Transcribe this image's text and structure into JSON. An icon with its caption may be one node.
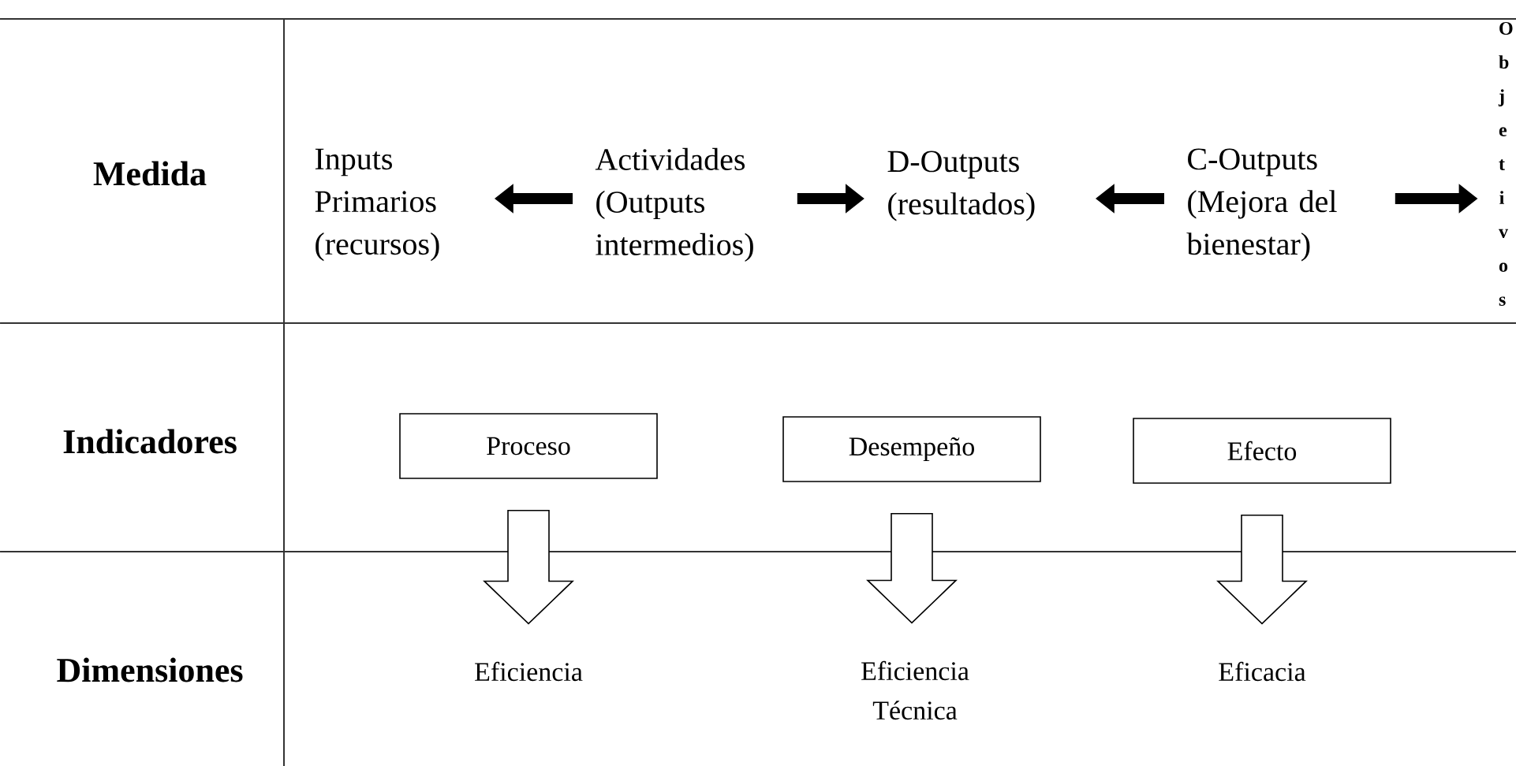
{
  "diagram": {
    "nodes": [
      {
        "text": [
          "Inputs Primarios (recursos)"
        ]
      },
      {
        "text": [
          "Actividades (Outputs intermedios)"
        ]
      },
      {
        "text": [
          "D-Outputs (resultados)"
        ]
      },
      {
        "text": [
          "C-Outputs (Mejora del bienestar)"
        ]
      },
      {
        "text": [
          "Objetivos"
        ]
      },
      {
        "text": [
          "Proceso"
        ]
      },
      {
        "text": [
          "Desempeño"
        ]
      },
      {
        "text": [
          "Efecto"
        ]
      },
      {
        "text": [
          "Eficiencia"
        ]
      },
      {
        "text": [
          "Eficiencia Técnica"
        ]
      },
      {
        "text": [
          "Eficacia"
        ]
      }
    ],
    "edges": [
      {
        "from": 1,
        "to": 0,
        "arrow": "to"
      },
      {
        "from": 1,
        "to": 2,
        "arrow": "to"
      },
      {
        "from": 3,
        "to": 2,
        "arrow": "to"
      },
      {
        "from": 3,
        "to": 4,
        "arrow": "to"
      },
      {
        "from": 5,
        "to": 8,
        "arrow": "to"
      },
      {
        "from": 6,
        "to": 9,
        "arrow": "to"
      },
      {
        "from": 7,
        "to": 10,
        "arrow": "to"
      }
    ],
    "labels": [
      "Medida",
      "Indicadores",
      "Dimensiones"
    ]
  }
}
